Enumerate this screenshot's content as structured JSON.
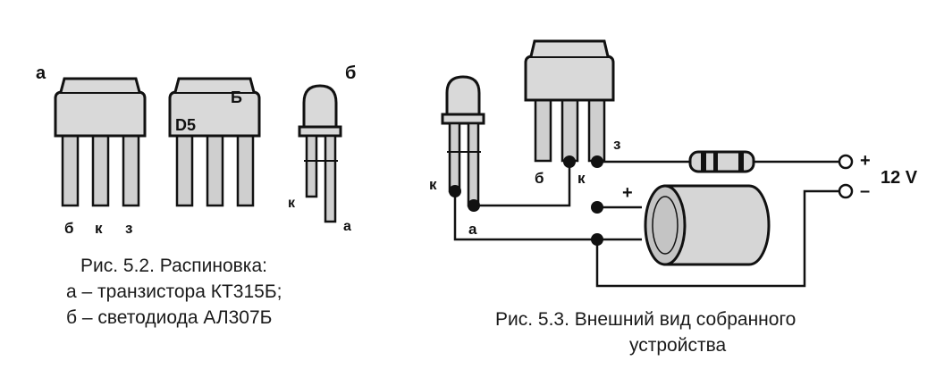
{
  "fig52": {
    "label_a": "а",
    "label_b": "б",
    "transistor_marking": "Б",
    "transistor_code": "D5",
    "pins": [
      "б",
      "к",
      "з"
    ],
    "led_pin_k": "к",
    "led_pin_a": "а",
    "caption_line1": "Рис. 5.2. Распиновка:",
    "caption_line2": "а – транзистора КТ315Б;",
    "caption_line3": "б – светодиода АЛ307Б"
  },
  "fig53": {
    "label_k_led": "к",
    "label_a_led": "а",
    "label_b": "б",
    "label_k_tr": "к",
    "label_z": "з",
    "cap_plus": "+",
    "term_plus": "+",
    "term_minus": "–",
    "voltage": "12 V",
    "caption_line1": "Рис. 5.3. Внешний вид собранного",
    "caption_line2": "устройства"
  }
}
